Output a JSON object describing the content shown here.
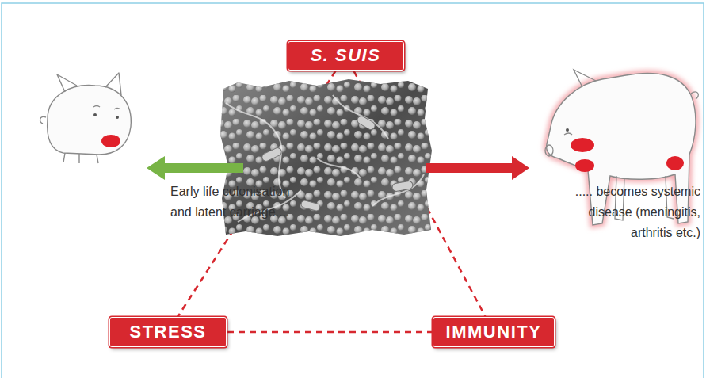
{
  "diagram": {
    "nodes": [
      {
        "text": [
          "S. SUIS"
        ]
      },
      {
        "text": [
          "STRESS"
        ]
      },
      {
        "text": [
          "IMMUNITY"
        ]
      }
    ],
    "edges": [
      {
        "from": 0,
        "to": 1,
        "arrow": "none"
      },
      {
        "from": 0,
        "to": 2,
        "arrow": "none"
      },
      {
        "from": 1,
        "to": 2,
        "arrow": "none"
      }
    ],
    "labels": [
      "Early life colonisation and latent carriage....",
      "..... becomes systemic disease (meningitis, arthritis etc.)"
    ]
  }
}
